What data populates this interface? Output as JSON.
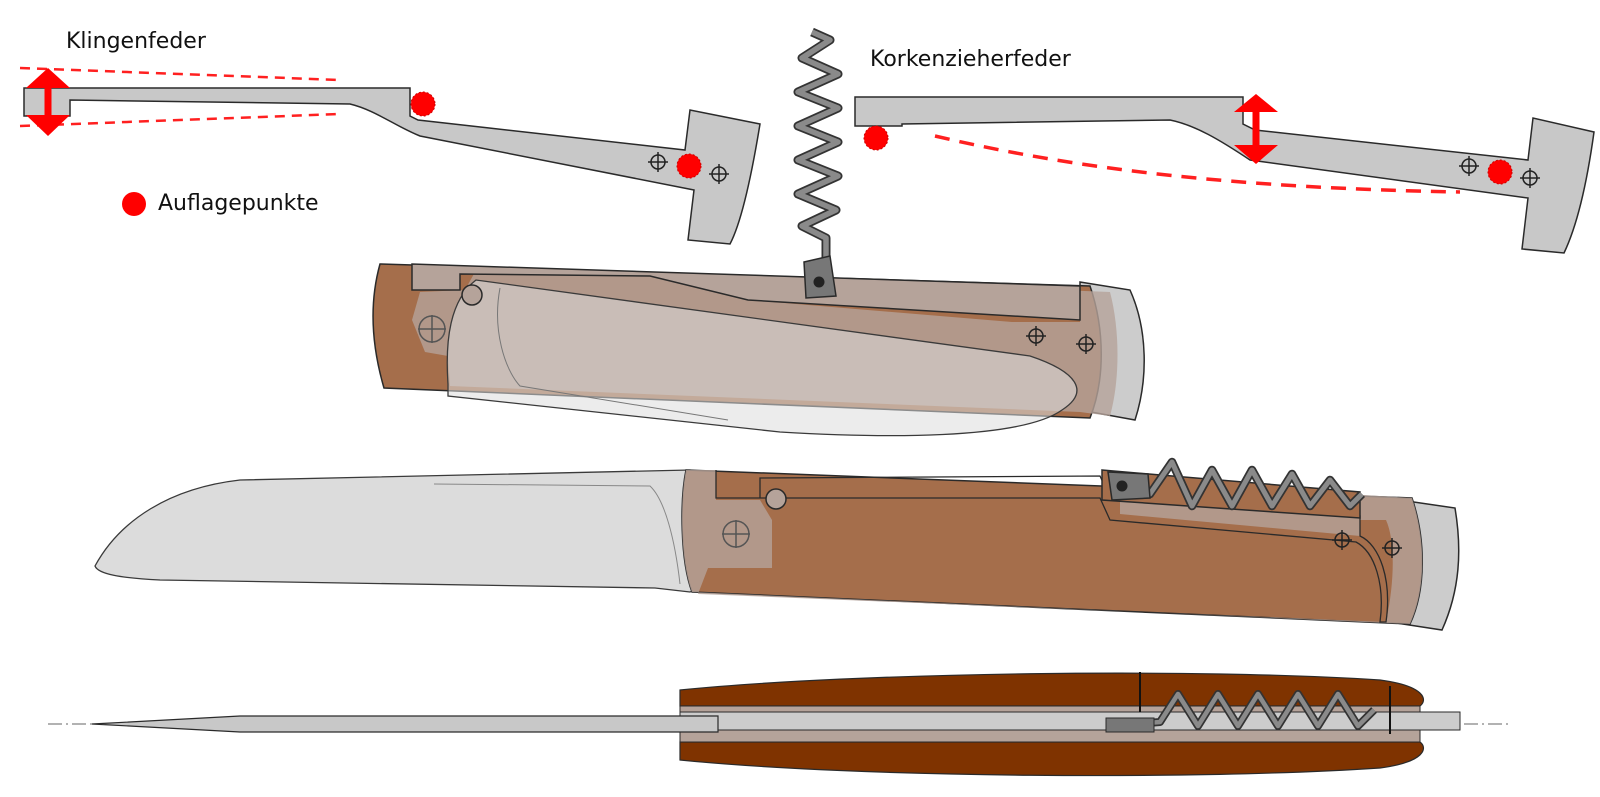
{
  "labels": {
    "blade_spring": "Klingenfeder",
    "corkscrew_spring": "Korkenzieherfeder",
    "support_points": "Auflagepunkte"
  },
  "colors": {
    "support_point": "#ff0000",
    "spring_fill": "#c8c8c8",
    "spring_stroke": "#2a2a2a",
    "handle_wood": "#a56e4b",
    "handle_wood_dark": "#7f3300",
    "liner": "#b5a39a",
    "blade": "#dcdcdc",
    "bolster": "#cccccc",
    "corkscrew": "#8a8a8a"
  },
  "icons": {
    "motion": "double-arrow-icon",
    "support_point": "support-point-dot-icon",
    "pin": "crosshair-pin-icon"
  }
}
